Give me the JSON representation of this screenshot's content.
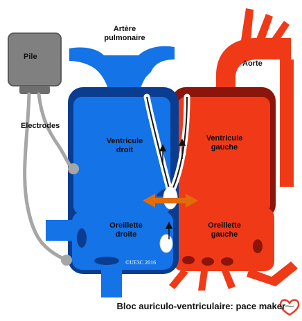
{
  "labels": {
    "artery_line1": "Artère",
    "artery_line2": "pulmonaire",
    "aorta": "Aorte",
    "battery": "Pile",
    "electrodes": "Electrodes",
    "rv_line1": "Ventricule",
    "rv_line2": "droit",
    "lv_line1": "Ventricule",
    "lv_line2": "gauche",
    "ra_line1": "Oreillette",
    "ra_line2": "droite",
    "la_line1": "Oreillette",
    "la_line2": "gauche"
  },
  "copyright": "©UE3C 2016",
  "caption": "Bloc auriculo-ventriculaire: pace maker",
  "colors": {
    "right_heart": "#1473e6",
    "right_heart_dark": "#0a3d8f",
    "left_heart": "#f03a17",
    "left_heart_dark": "#8c1408",
    "battery": "#808080",
    "wire": "#a6a6a6",
    "block_arrow": "#e36c0a"
  }
}
